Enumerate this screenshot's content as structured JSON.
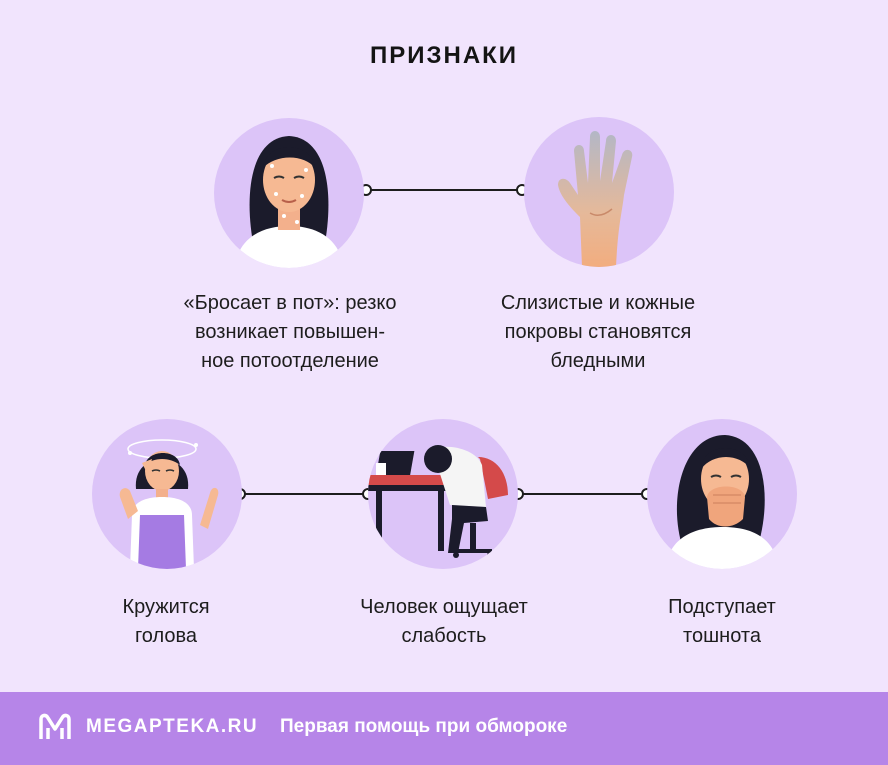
{
  "header": {
    "title": "ПРИЗНАКИ"
  },
  "symptoms": [
    {
      "caption_lines": [
        "«Бросает в пот»: резко",
        "возникает повышен-",
        "ное потоотделение"
      ]
    },
    {
      "caption_lines": [
        "Слизистые и кожные",
        "покровы становятся",
        "бледными"
      ]
    },
    {
      "caption_lines": [
        "Кружится",
        "голова"
      ]
    },
    {
      "caption_lines": [
        "Человек ощущает",
        "слабость"
      ]
    },
    {
      "caption_lines": [
        "Подступает",
        "тошнота"
      ]
    }
  ],
  "footer": {
    "brand": "MEGAPTEKA.RU",
    "subtitle": "Первая помощь при обмороке"
  },
  "colors": {
    "background": "#f1e4fd",
    "circle": "#dcc4f8",
    "footer": "#b685e8",
    "text": "#1d1d1d"
  },
  "icons": [
    "sweating-woman-icon",
    "pale-hand-icon",
    "dizzy-woman-icon",
    "tired-person-at-desk-icon",
    "nauseous-woman-icon",
    "megapteka-logo-icon"
  ]
}
